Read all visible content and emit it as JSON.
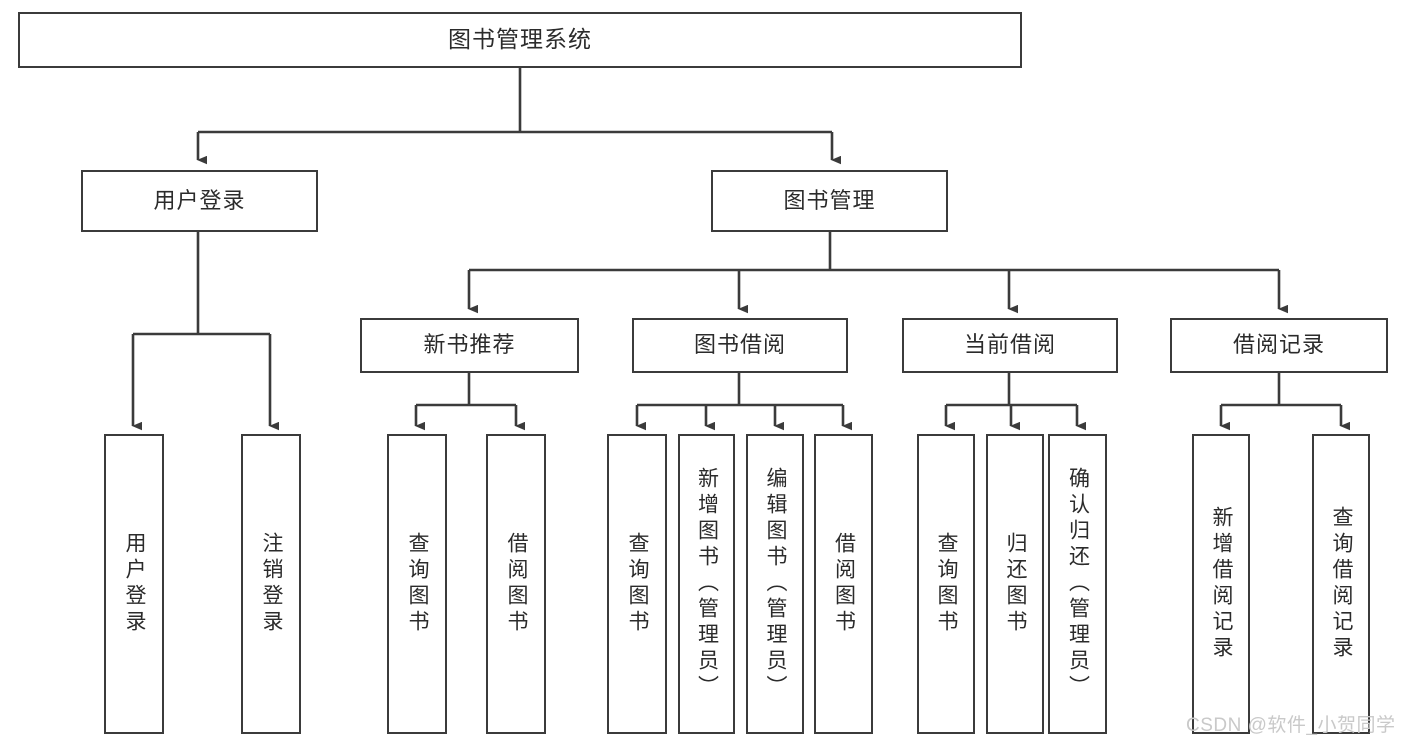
{
  "diagram": {
    "title_text": "图书管理系统",
    "type": "hierarchy-tree",
    "line_color": "#3b3b3b",
    "text_color": "#2b2b2b",
    "background": "#ffffff",
    "watermark": "CSDN @软件_小贺同学"
  },
  "nodes": {
    "root": {
      "label": "图书管理系统"
    },
    "level2": [
      {
        "label": "用户登录"
      },
      {
        "label": "图书管理"
      }
    ],
    "level3": [
      {
        "label": "新书推荐"
      },
      {
        "label": "图书借阅"
      },
      {
        "label": "当前借阅"
      },
      {
        "label": "借阅记录"
      }
    ],
    "leaves": {
      "user_login": [
        {
          "label": "用户登录"
        },
        {
          "label": "注销登录"
        }
      ],
      "new_book_recommend": [
        {
          "label": "查询图书"
        },
        {
          "label": "借阅图书"
        }
      ],
      "book_borrow": [
        {
          "label": "查询图书"
        },
        {
          "label": "新增图书（管理员）"
        },
        {
          "label": "编辑图书（管理员）"
        },
        {
          "label": "借阅图书"
        }
      ],
      "current_borrow": [
        {
          "label": "查询图书"
        },
        {
          "label": "归还图书"
        },
        {
          "label": "确认归还（管理员）"
        }
      ],
      "borrow_record": [
        {
          "label": "新增借阅记录"
        },
        {
          "label": "查询借阅记录"
        }
      ]
    }
  }
}
